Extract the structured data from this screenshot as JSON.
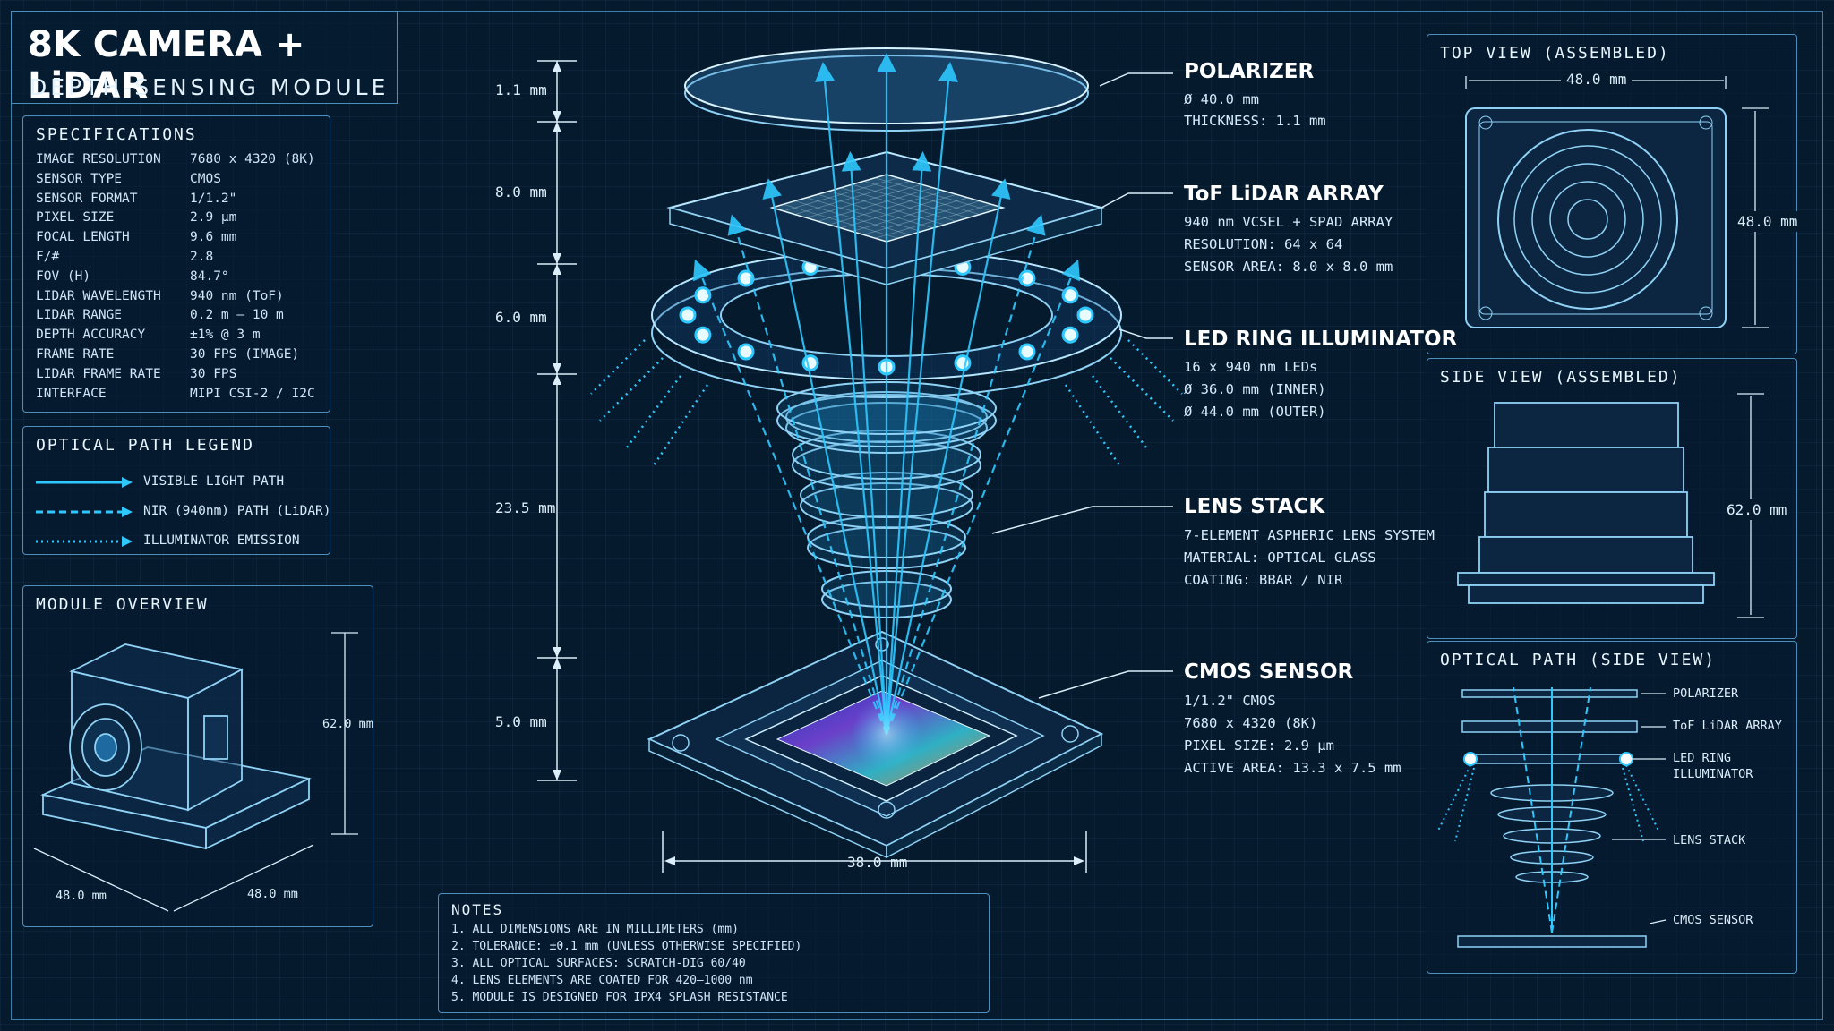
{
  "title": {
    "main": "8K CAMERA + LiDAR",
    "sub": "DEPTH-SENSING MODULE"
  },
  "specs": {
    "title": "SPECIFICATIONS",
    "rows": [
      {
        "label": "IMAGE RESOLUTION",
        "value": "7680 x 4320 (8K)"
      },
      {
        "label": "SENSOR TYPE",
        "value": "CMOS"
      },
      {
        "label": "SENSOR FORMAT",
        "value": "1/1.2\""
      },
      {
        "label": "PIXEL SIZE",
        "value": "2.9 µm"
      },
      {
        "label": "FOCAL LENGTH",
        "value": "9.6 mm"
      },
      {
        "label": "F/#",
        "value": "2.8"
      },
      {
        "label": "FOV (H)",
        "value": "84.7°"
      },
      {
        "label": "LIDAR WAVELENGTH",
        "value": "940 nm (ToF)"
      },
      {
        "label": "LIDAR RANGE",
        "value": "0.2 m – 10 m"
      },
      {
        "label": "DEPTH ACCURACY",
        "value": "±1% @ 3 m"
      },
      {
        "label": "FRAME RATE",
        "value": "30 FPS (IMAGE)"
      },
      {
        "label": "LIDAR FRAME RATE",
        "value": "30 FPS"
      },
      {
        "label": "INTERFACE",
        "value": "MIPI CSI-2 / I2C"
      }
    ]
  },
  "legend": {
    "title": "OPTICAL PATH LEGEND",
    "items": [
      {
        "label": "VISIBLE LIGHT PATH",
        "style": "solid"
      },
      {
        "label": "NIR (940nm) PATH (LiDAR)",
        "style": "dashed"
      },
      {
        "label": "ILLUMINATOR EMISSION",
        "style": "dotted"
      }
    ]
  },
  "overview": {
    "title": "MODULE OVERVIEW",
    "height": "62.0 mm",
    "width_left": "48.0 mm",
    "width_right": "48.0 mm"
  },
  "stack_dims": [
    "1.1 mm",
    "8.0 mm",
    "6.0 mm",
    "23.5 mm",
    "5.0 mm"
  ],
  "base_width": "38.0 mm",
  "callouts": [
    {
      "title": "POLARIZER",
      "lines": [
        "Ø 40.0 mm",
        "THICKNESS: 1.1 mm"
      ]
    },
    {
      "title": "ToF LiDAR ARRAY",
      "lines": [
        "940 nm VCSEL + SPAD ARRAY",
        "RESOLUTION: 64 x 64",
        "SENSOR AREA: 8.0 x 8.0 mm"
      ]
    },
    {
      "title": "LED RING ILLUMINATOR",
      "lines": [
        "16 x 940 nm LEDs",
        "Ø 36.0 mm (INNER)",
        "Ø 44.0 mm (OUTER)"
      ]
    },
    {
      "title": "LENS STACK",
      "lines": [
        "7-ELEMENT ASPHERIC LENS SYSTEM",
        "MATERIAL: OPTICAL GLASS",
        "COATING: BBAR / NIR"
      ]
    },
    {
      "title": "CMOS SENSOR",
      "lines": [
        "1/1.2\" CMOS",
        "7680 x 4320 (8K)",
        "PIXEL SIZE: 2.9 µm",
        "ACTIVE AREA: 13.3 x 7.5 mm"
      ]
    }
  ],
  "notes": {
    "title": "NOTES",
    "items": [
      "1.  ALL DIMENSIONS ARE IN MILLIMETERS (mm)",
      "2.  TOLERANCE: ±0.1 mm (UNLESS OTHERWISE SPECIFIED)",
      "3.  ALL OPTICAL SURFACES: SCRATCH-DIG 60/40",
      "4.  LENS ELEMENTS ARE COATED FOR 420–1000 nm",
      "5.  MODULE IS DESIGNED FOR IPX4 SPLASH RESISTANCE"
    ]
  },
  "top_view": {
    "title": "TOP VIEW (ASSEMBLED)",
    "width": "48.0 mm",
    "height": "48.0 mm"
  },
  "side_view": {
    "title": "SIDE VIEW (ASSEMBLED)",
    "height": "62.0 mm"
  },
  "optical_side": {
    "title": "OPTICAL PATH (SIDE VIEW)",
    "labels": [
      "POLARIZER",
      "ToF LiDAR ARRAY",
      "LED RING",
      "ILLUMINATOR",
      "LENS STACK",
      "CMOS SENSOR"
    ]
  },
  "colors": {
    "accent": "#2ec8ff",
    "line": "#4d8fbb",
    "bg": "#061a2e"
  }
}
